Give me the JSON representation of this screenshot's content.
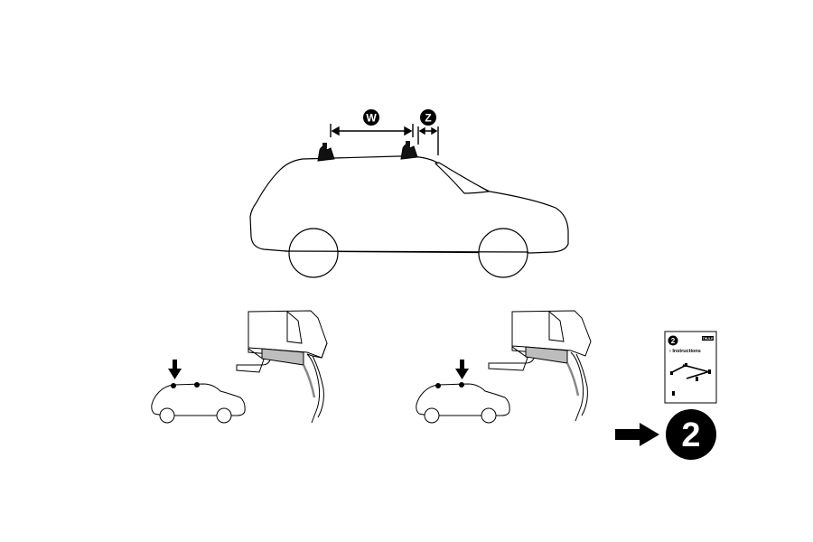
{
  "dimensions": {
    "w_label": "W",
    "z_label": "Z"
  },
  "booklet": {
    "step_number": "2",
    "title": "› Instructions",
    "brand": "THULE"
  },
  "next_step": {
    "number": "2",
    "arrow_icon": "arrow-right-icon"
  },
  "colors": {
    "line": "#000000",
    "fill": "#ffffff",
    "shade": "#bdbdbd"
  }
}
